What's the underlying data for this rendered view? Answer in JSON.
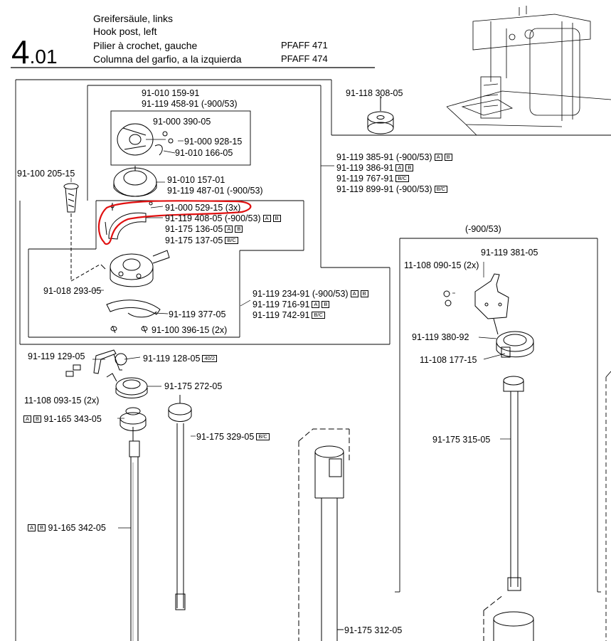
{
  "header": {
    "section_major": "4",
    "section_minor": ".01",
    "titles": [
      "Greifersäule, links",
      "Hook post, left",
      "Pilier à crochet, gauche",
      "Columna del garfio, a la izquierda"
    ],
    "models": [
      "PFAFF 471",
      "PFAFF 474"
    ]
  },
  "variant_tags": {
    "a": "A",
    "b": "B",
    "bc": "B/C",
    "forty_two": "40/2"
  },
  "parts": {
    "p_159": "91-010 159-91",
    "p_458": "91-119 458-91 (-900/53)",
    "p_390": "91-000 390-05",
    "p_928": "91-000 928-15",
    "p_166": "91-010 166-05",
    "p_205": "91-100 205-15",
    "p_157": "91-010 157-01",
    "p_487": "91-119 487-01 (-900/53)",
    "p_529": "91-000 529-15 (3x)",
    "p_408": "91-119 408-05 (-900/53)",
    "p_136": "91-175 136-05",
    "p_137": "91-175 137-05",
    "p_293": "91-018 293-05",
    "p_234": "91-119 234-91 (-900/53)",
    "p_716": "91-119 716-91",
    "p_742": "91-119 742-91",
    "p_377": "91-119 377-05",
    "p_396": "91-100 396-15 (2x)",
    "p_308": "91-118 308-05",
    "p_385": "91-119 385-91 (-900/53)",
    "p_386": "91-119 386-91",
    "p_767": "91-119 767-91",
    "p_899": "91-119 899-91 (-900/53)",
    "variant_900": "(-900/53)",
    "p_381": "91-119 381-05",
    "p_090": "11-108 090-15 (2x)",
    "p_380": "91-119 380-92",
    "p_177": "11-108 177-15",
    "p_315": "91-175 315-05",
    "p_129": "91-119 129-05",
    "p_128": "91-119 128-05",
    "p_093": "11-108 093-15 (2x)",
    "p_272": "91-175 272-05",
    "p_343": "91-165 343-05",
    "p_329": "91-175 329-05",
    "p_342": "91-165 342-05",
    "p_312": "91-175 312-05"
  },
  "highlight": {
    "color": "#e01010"
  }
}
